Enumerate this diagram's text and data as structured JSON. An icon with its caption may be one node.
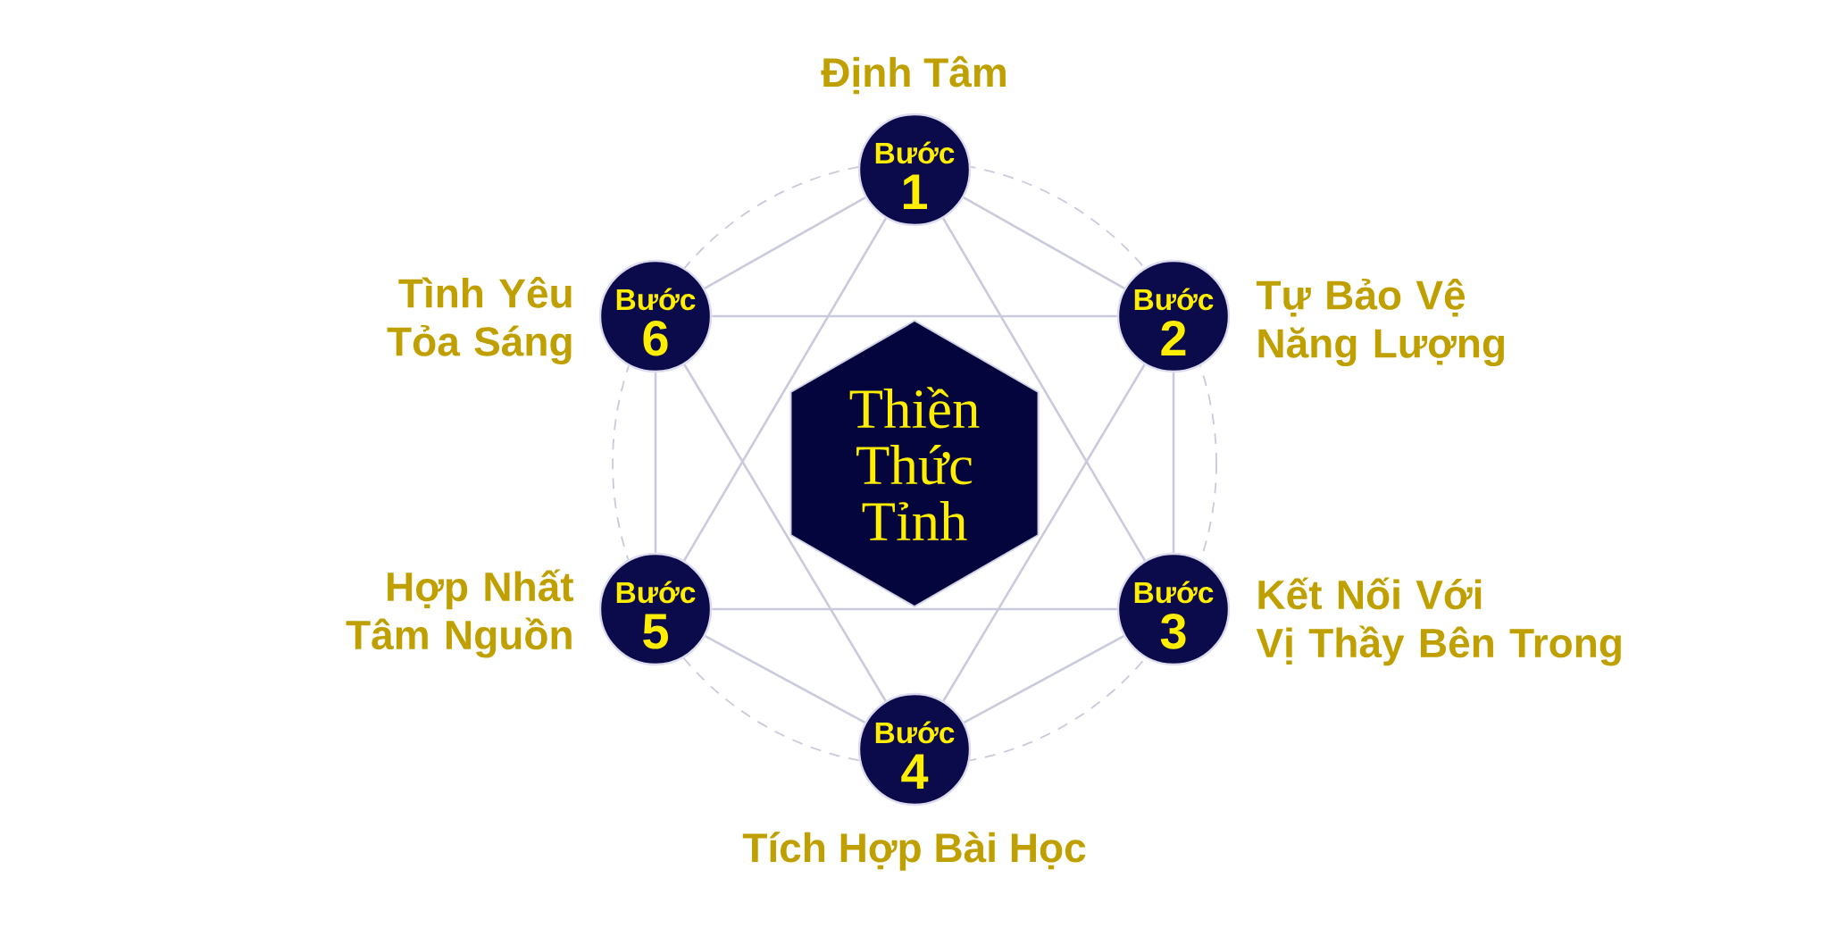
{
  "diagram": {
    "nodes": [
      {
        "text": [
          "Thiền Thức Tỉnh"
        ]
      },
      {
        "text": [
          "Bước",
          "1"
        ],
        "beside": [
          "Định Tâm"
        ]
      },
      {
        "text": [
          "Bước",
          "2"
        ],
        "beside": [
          "Tự Bảo Vệ Năng Lượng"
        ]
      },
      {
        "text": [
          "Bước",
          "3"
        ],
        "beside": [
          "Kết Nối Với Vị Thầy Bên Trong"
        ]
      },
      {
        "text": [
          "Bước",
          "4"
        ],
        "beside": [
          "Tích Hợp Bài Học"
        ]
      },
      {
        "text": [
          "Bước",
          "5"
        ],
        "beside": [
          "Hợp Nhất Tâm Nguồn"
        ]
      },
      {
        "text": [
          "Bước",
          "6"
        ],
        "beside": [
          "Tình Yêu Tỏa Sáng"
        ]
      }
    ],
    "edges": [
      {
        "from": 1,
        "to": 2,
        "arrow": "none"
      },
      {
        "from": 2,
        "to": 3,
        "arrow": "none"
      },
      {
        "from": 3,
        "to": 4,
        "arrow": "none"
      },
      {
        "from": 4,
        "to": 5,
        "arrow": "none"
      },
      {
        "from": 5,
        "to": 6,
        "arrow": "none"
      },
      {
        "from": 6,
        "to": 1,
        "arrow": "none"
      },
      {
        "from": 1,
        "to": 3,
        "arrow": "none"
      },
      {
        "from": 3,
        "to": 5,
        "arrow": "none"
      },
      {
        "from": 5,
        "to": 1,
        "arrow": "none"
      },
      {
        "from": 2,
        "to": 4,
        "arrow": "none"
      },
      {
        "from": 4,
        "to": 6,
        "arrow": "none"
      },
      {
        "from": 6,
        "to": 2,
        "arrow": "none"
      }
    ]
  }
}
